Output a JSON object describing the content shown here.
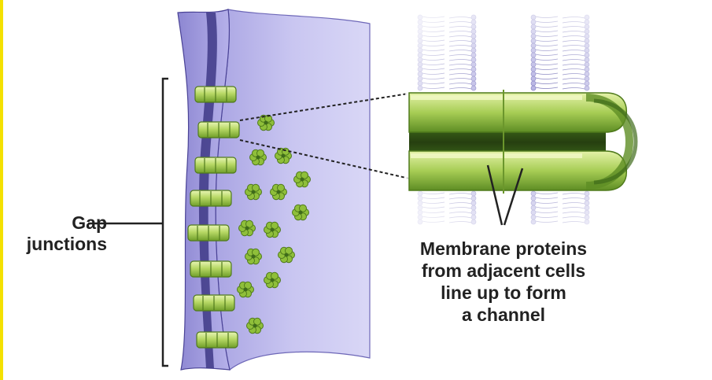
{
  "labels": {
    "gap_line1": "Gap",
    "gap_line2": "junctions",
    "caption_line1": "Membrane proteins",
    "caption_line2": "from adjacent cells",
    "caption_line3": "line up to form",
    "caption_line4": "a channel"
  },
  "colors": {
    "membrane_face": "#b9b5ea",
    "membrane_dark": "#4a4396",
    "protein_green": "#8fbf3a",
    "protein_light": "#dcee9c",
    "lipid_purple": "#8a86c8"
  }
}
